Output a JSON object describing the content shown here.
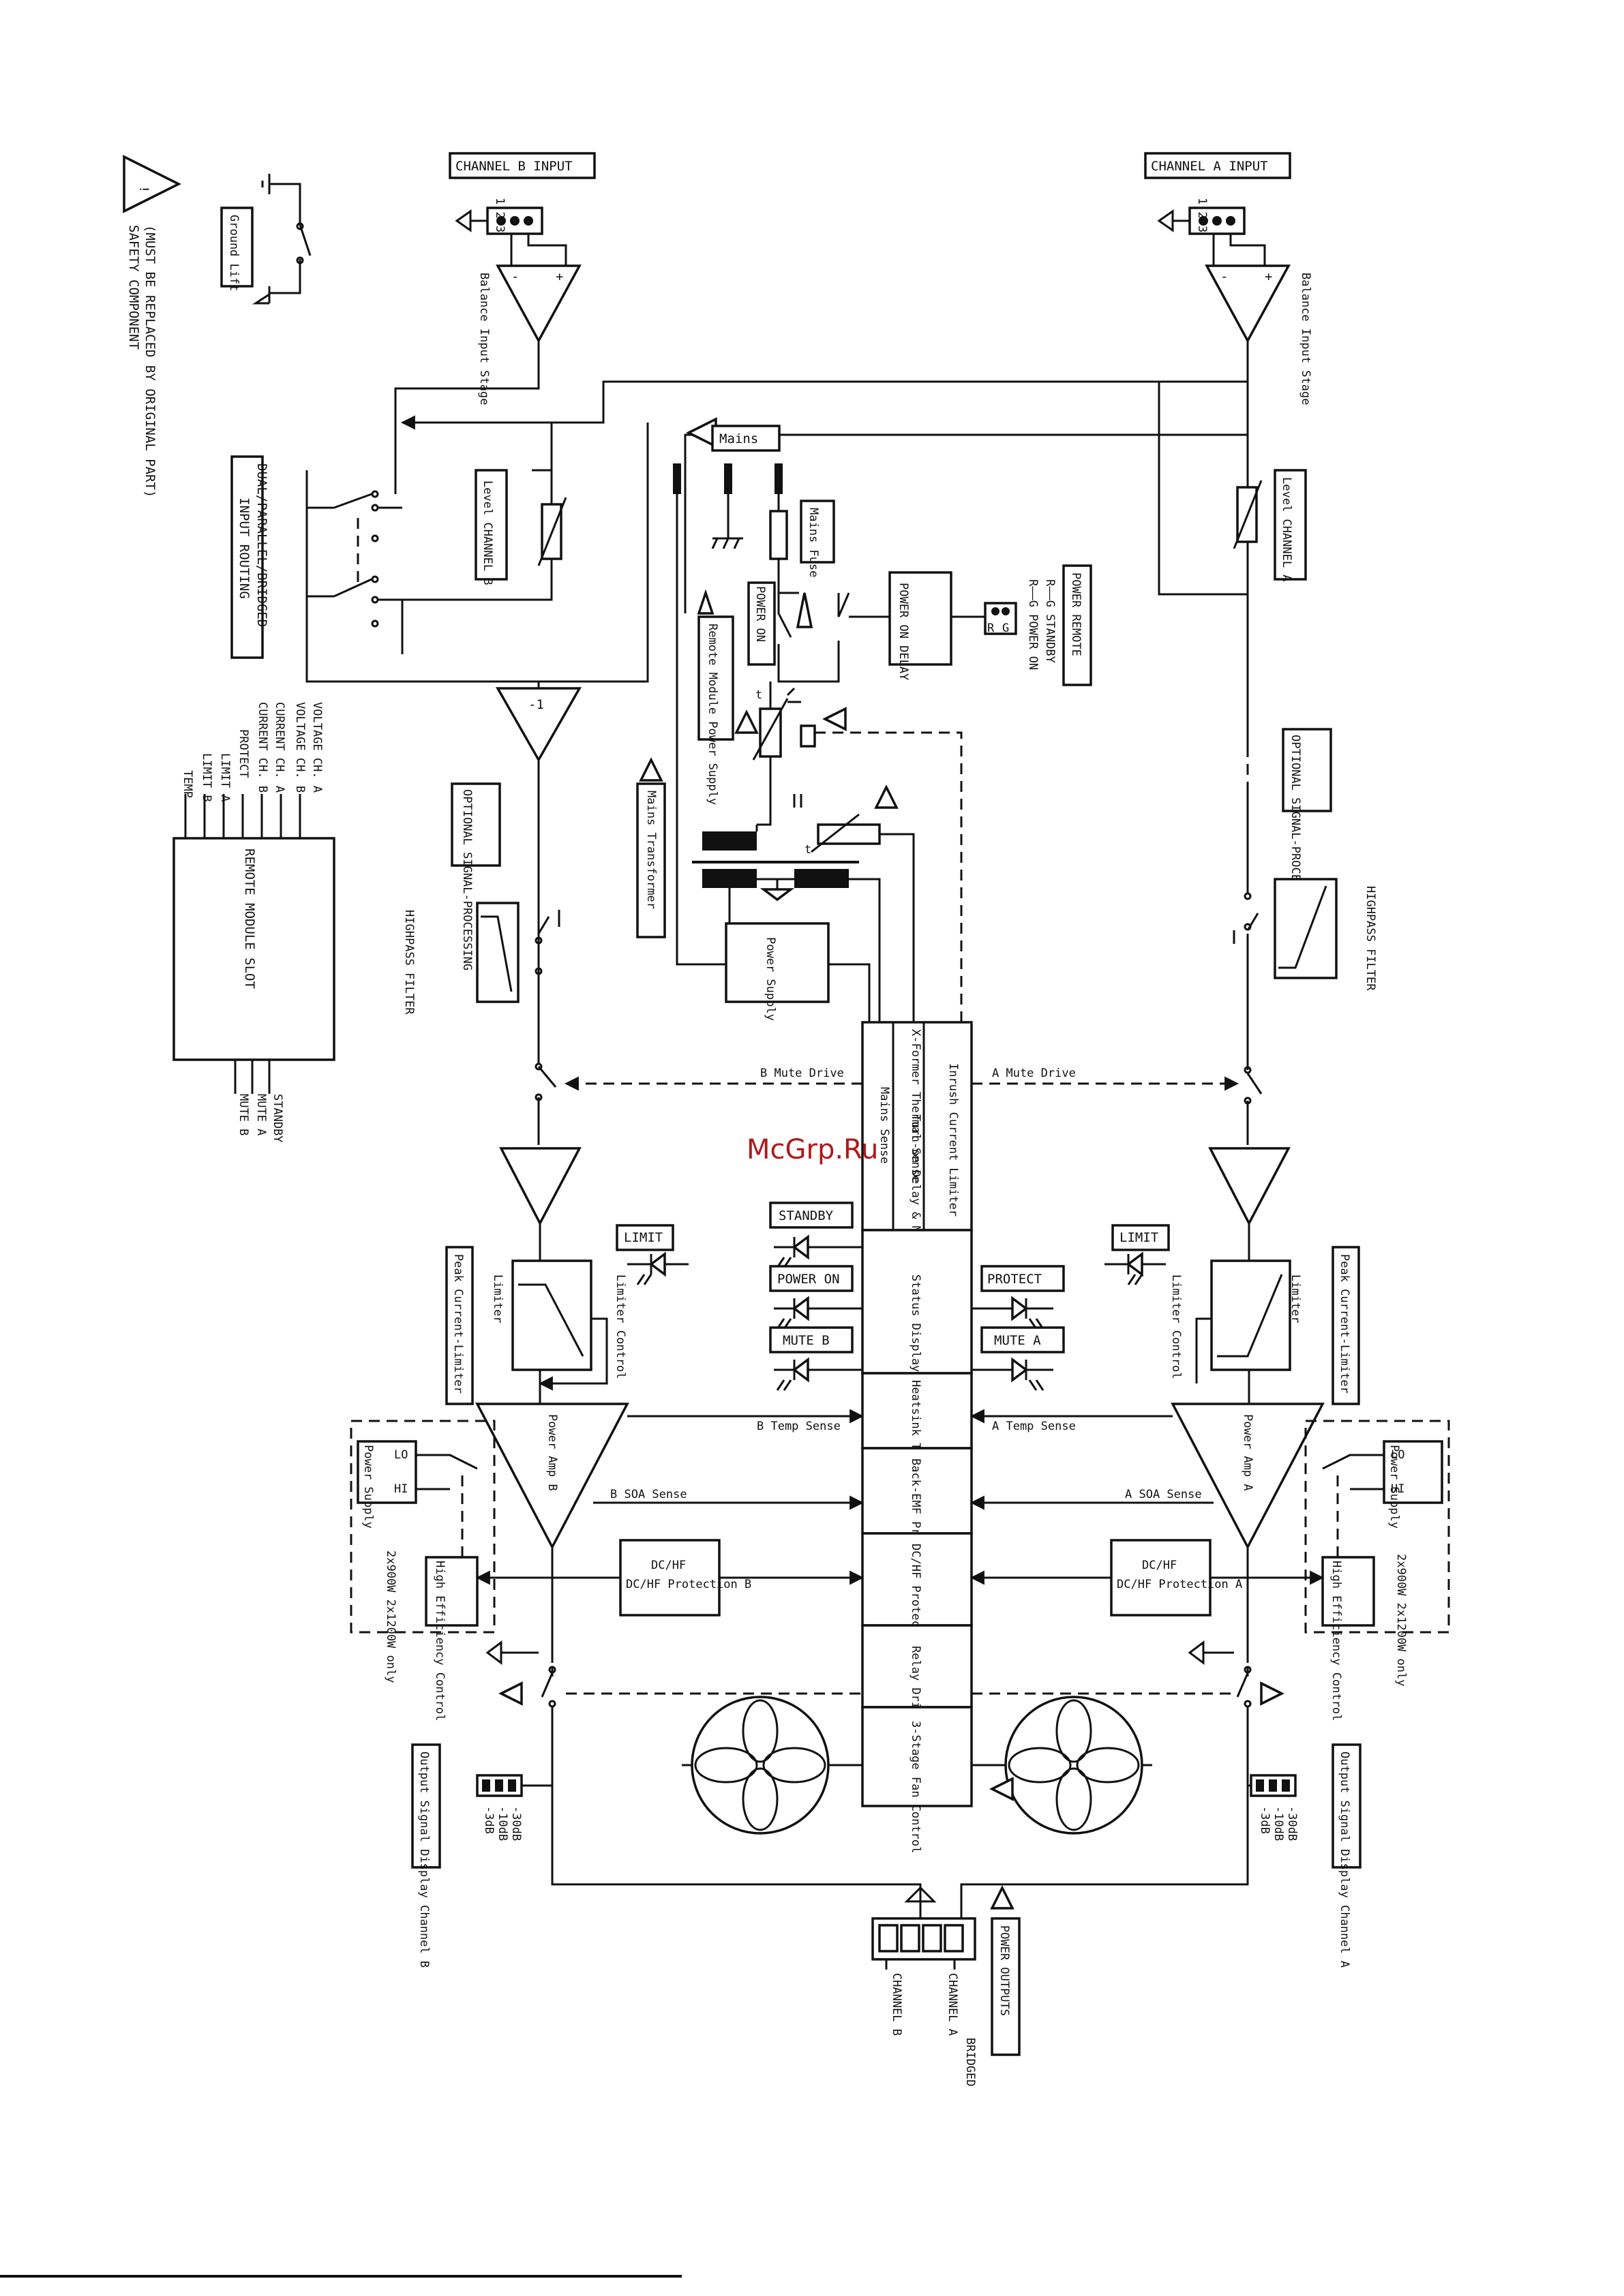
{
  "watermark": "McGrp.Ru",
  "safety": {
    "line1": "SAFETY COMPONENT",
    "line2": "(MUST BE REPLACED BY ORIGINAL PART)",
    "ground_lift": "Ground Lift"
  },
  "inputs": {
    "channel_b": "CHANNEL B INPUT",
    "channel_a": "CHANNEL A INPUT",
    "pins": "1 2 3",
    "balance_stage": "Balance Input Stage",
    "minus": "-",
    "plus": "+"
  },
  "levels": {
    "b": "Level CHANNEL B",
    "a": "Level CHANNEL A"
  },
  "routing": {
    "label": "INPUT ROUTING",
    "modes": "DUAL/PARALLEL/BRIDGED",
    "invert": "-1"
  },
  "optional_processing": "OPTIONAL SIGNAL-PROCESSING",
  "highpass": "HIGHPASS FILTER",
  "mains": {
    "label": "Mains",
    "fuse": "Mains Fuse",
    "power_on": "POWER ON",
    "power_on_delay": "POWER ON DELAY",
    "remote_supply": "Remote Module Power Supply",
    "transformer": "Mains Transformer",
    "power_supply": "Power Supply",
    "t": "t"
  },
  "power_remote": {
    "label": "POWER REMOTE",
    "pin_r": "R",
    "pin_g": "G",
    "power_on_line": "R——G POWER ON",
    "standby_line": "R——G STANDBY"
  },
  "remote_slot": {
    "label": "REMOTE MODULE SLOT",
    "left_signals": [
      "VOLTAGE CH. A",
      "VOLTAGE CH. B",
      "CURRENT CH. A",
      "CURRENT CH. B",
      "PROTECT",
      "LIMIT A",
      "LIMIT B",
      "TEMP"
    ],
    "bottom_signals": [
      "STANDBY",
      "MUTE A",
      "MUTE B"
    ]
  },
  "controller": {
    "inrush": "Inrush Current Limiter",
    "xformer": "X-Former Thermal Sense",
    "mains_sense": "Mains Sense",
    "turnon": "Turn-on Delay & Mute Drive",
    "status": "Status Display Driver",
    "heatsink": "Heatsink Thermal Sense",
    "backemf": "Back-EMF Protection",
    "dchf": "DC/HF Protection Control",
    "relay": "Relay Drive",
    "fan": "3-Stage Fan Control"
  },
  "signals": {
    "b_mute": "B Mute Drive",
    "a_mute": "A Mute Drive",
    "b_temp": "B Temp Sense",
    "a_temp": "A Temp Sense",
    "b_soa": "B SOA Sense",
    "a_soa": "A SOA Sense"
  },
  "indicators": {
    "standby": "STANDBY",
    "power_on": "POWER ON",
    "mute_b": "MUTE B",
    "protect": "PROTECT",
    "mute_a": "MUTE A",
    "limit": "LIMIT"
  },
  "amp": {
    "limiter": "Limiter",
    "limiter_control": "Limiter Control",
    "peak_limiter": "Peak Current-Limiter",
    "power_amp_b": "Power Amp B",
    "power_amp_a": "Power Amp A",
    "supply": "Power Supply",
    "lo": "LO",
    "hi": "HI",
    "efficiency": "High Efficiency Control",
    "b_variant": "2x900W 2x1200W only",
    "a_variant": "2x900W 2x1200W only",
    "dchf_b": "DC/HF Protection B",
    "dchf_a": "DC/HF Protection A"
  },
  "outputs": {
    "display_b": "Output Signal Display Channel B",
    "display_a": "Output Signal Display Channel A",
    "levels": [
      "-3dB",
      "-10dB",
      "-30dB"
    ],
    "power_outputs": "POWER OUTPUTS",
    "ch_a": "CHANNEL A",
    "ch_b": "CHANNEL B",
    "bridged": "BRIDGED"
  }
}
